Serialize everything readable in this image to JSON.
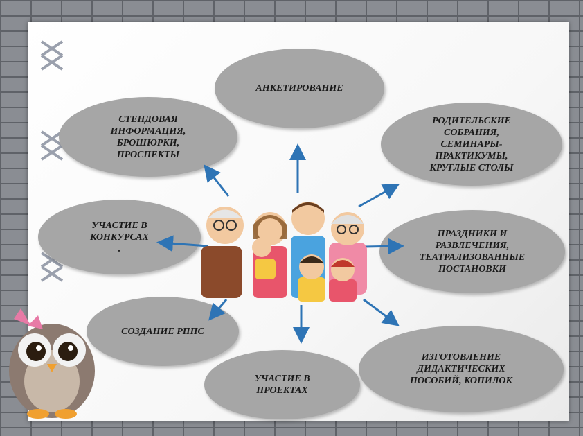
{
  "nodes": {
    "anketirovanie": "АНКЕТИРОВАНИЕ",
    "stendovaya": "СТЕНДОВАЯ\nИНФОРМАЦИЯ,\nБРОШЮРКИ,\nПРОСПЕКТЫ",
    "roditelskie": "РОДИТЕЛЬСКИЕ\nСОБРАНИЯ,\nСЕМИНАРЫ-\nПРАКТИКУМЫ,\nКРУГЛЫЕ  СТОЛЫ",
    "konkursy": "УЧАСТИЕ В\nКОНКУРСАХ\n.",
    "prazdniki": "ПРАЗДНИКИ И\nРАЗВЛЕЧЕНИЯ,\nТЕАТРАЛИЗОВАННЫЕ\nПОСТАНОВКИ",
    "rpps": "СОЗДАНИЕ РППС",
    "proekty": "УЧАСТИЕ В\nПРОЕКТАХ",
    "izgotovlenie": "ИЗГОТОВЛЕНИЕ\nДИДАКТИЧЕСКИХ\nПОСОБИЙ, КОПИЛОК"
  },
  "colors": {
    "ellipse": "#a6a6a6",
    "arrow": "#2e74b5",
    "paper": "#ffffff",
    "brick": "#8a8d93"
  },
  "icons": [
    "family-illustration",
    "owl-illustration",
    "lace-ribbon-icon"
  ]
}
